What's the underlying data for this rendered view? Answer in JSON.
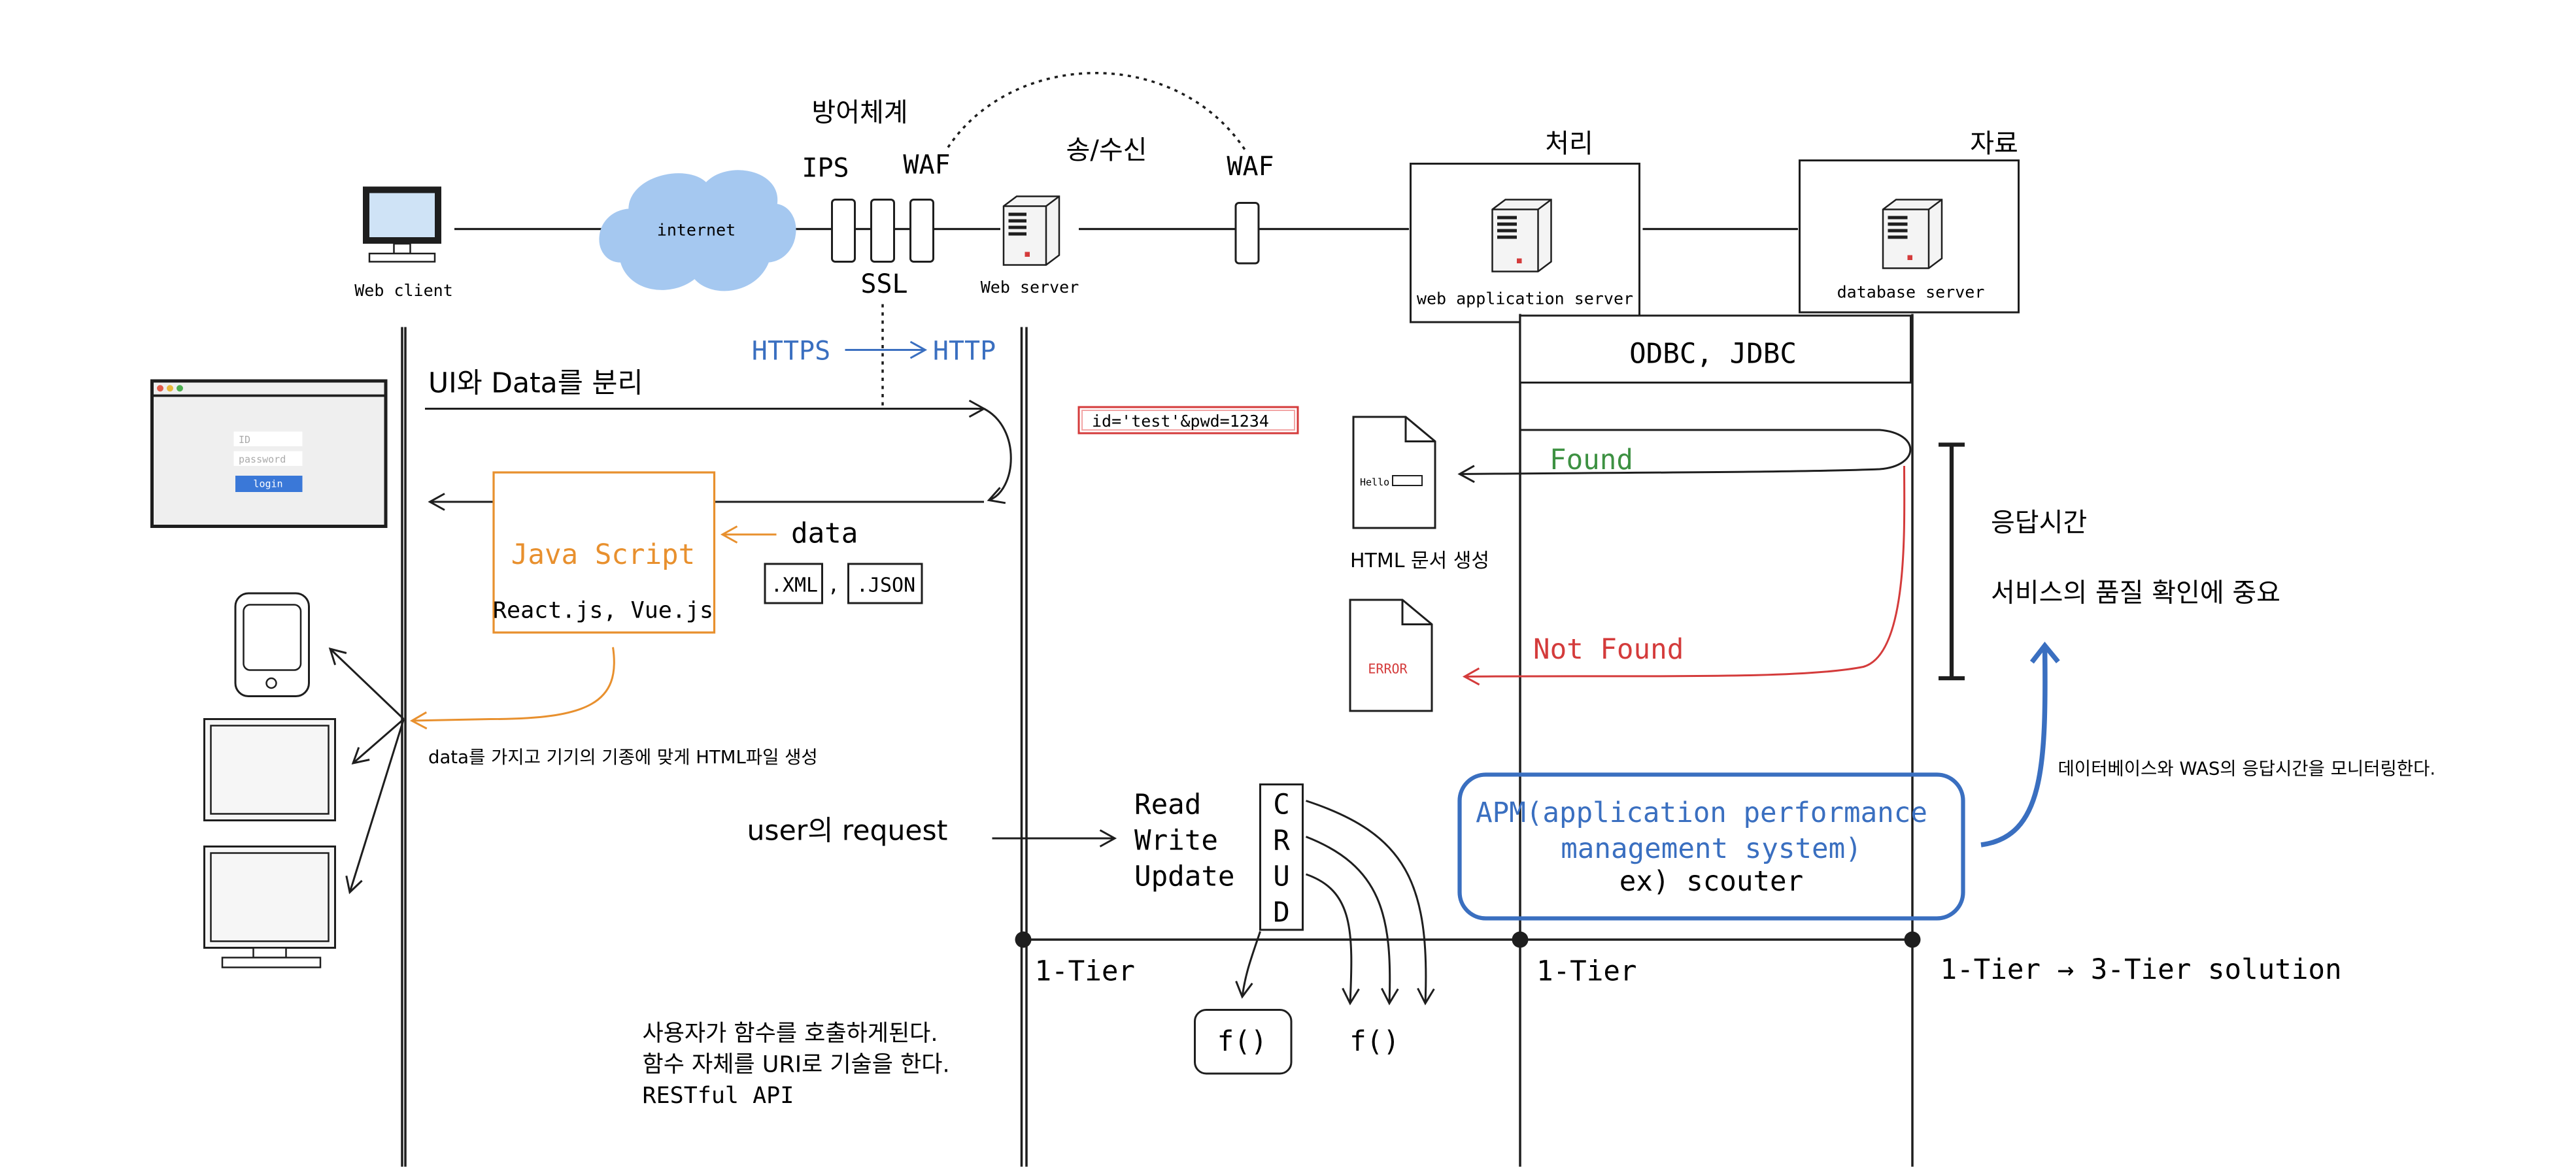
{
  "colors": {
    "ink": "#1e1e1e",
    "blue": "#3a6fc0",
    "orange": "#e8902e",
    "green": "#3d9142",
    "red": "#d43b3b",
    "cloud": "#a5c8f0",
    "screen": "#cfe3f6"
  },
  "labels": {
    "defense": "방어체계",
    "ips": "IPS",
    "waf1": "WAF",
    "ssl": "SSL",
    "send_recv": "송/수신",
    "waf2": "WAF",
    "process": "처리",
    "data_store": "자료",
    "internet": "internet",
    "web_client": "Web client",
    "web_server": "Web server",
    "was": "web application server",
    "db_server": "database server",
    "https": "HTTPS",
    "http": "HTTP",
    "odbc": "ODBC, JDBC",
    "ui_data": "UI와 Data를 분리",
    "query_string": "id='test'&pwd=1234",
    "found": "Found",
    "not_found": "Not Found",
    "html_doc": "HTML 문서 생성",
    "hello": "Hello",
    "error": "ERROR",
    "response_time": "응답시간",
    "quality": "서비스의 품질 확인에 중요",
    "javascript": "Java Script",
    "frameworks": "React.js, Vue.js",
    "data": "data",
    "xml": ".XML",
    "comma": ",",
    "json": ".JSON",
    "device_html": "data를 가지고 기기의 기종에 맞게 HTML파일 생성",
    "user_request": "user의 request",
    "read": "Read",
    "write": "Write",
    "update": "Update",
    "crud": [
      "C",
      "R",
      "U",
      "D"
    ],
    "f1": "f()",
    "f2": "f()",
    "apm_line1": "APM(application performance",
    "apm_line2": "management system)",
    "apm_line3": "ex) scouter",
    "monitor": "데이터베이스와 WAS의 응답시간을 모니터링한다.",
    "tier1": "1-Tier",
    "tier2": "1-Tier",
    "tier_solution": "1-Tier → 3-Tier solution",
    "note1": "사용자가 함수를 호출하게된다.",
    "note2": "함수 자체를 URI로 기술을 한다.",
    "note3": "RESTful API",
    "login_id": "ID",
    "login_pw": "password",
    "login_btn": "login"
  }
}
